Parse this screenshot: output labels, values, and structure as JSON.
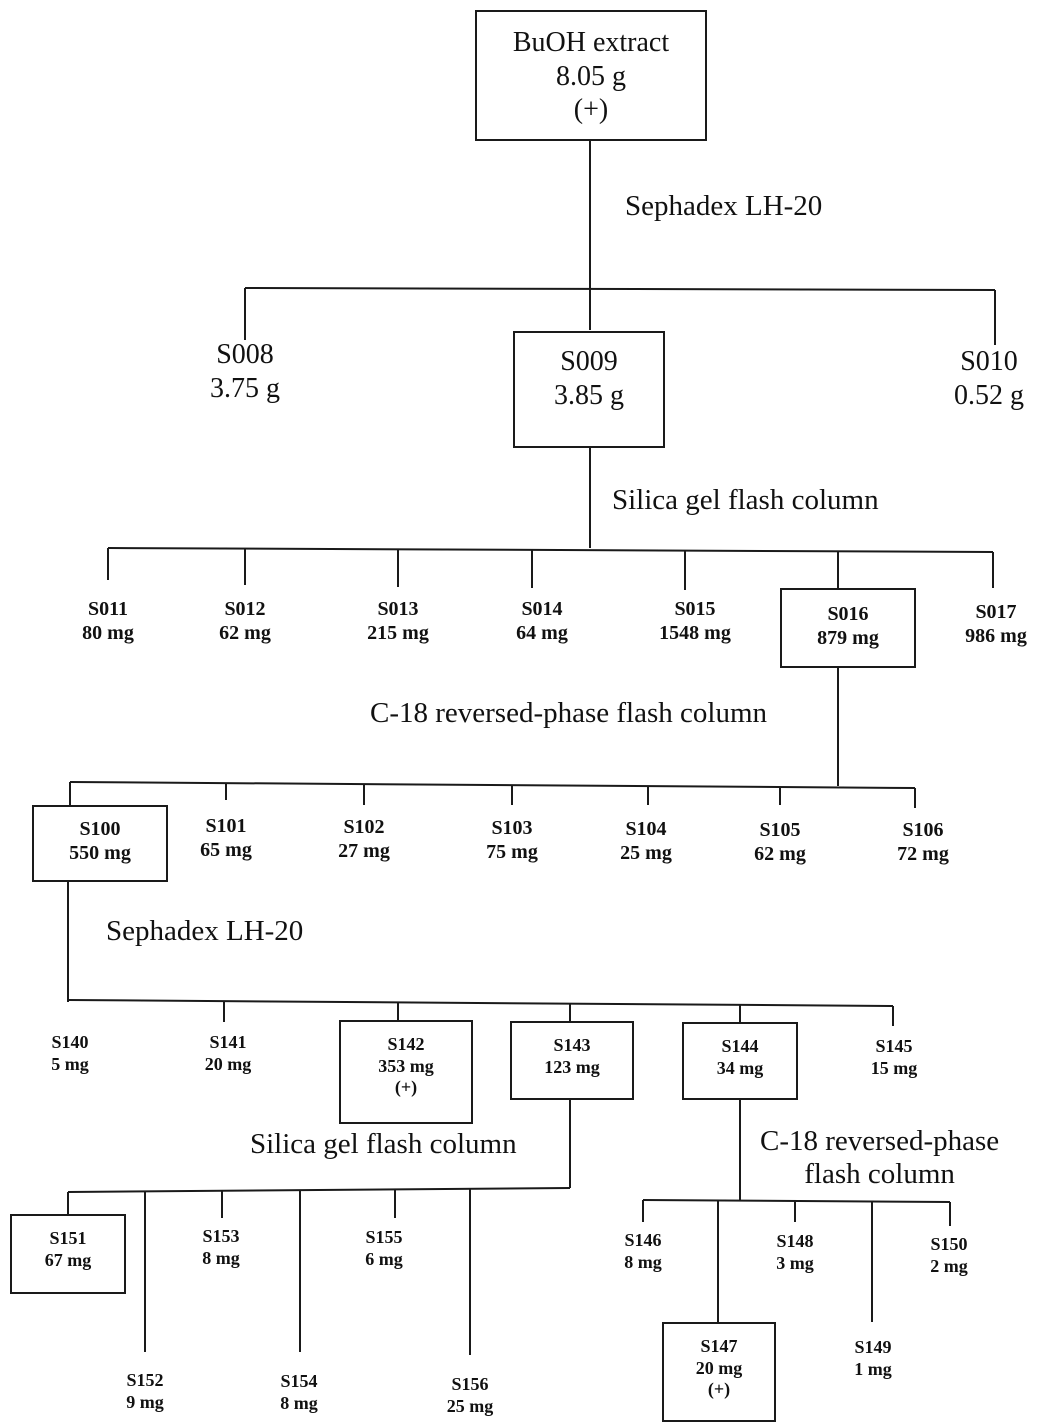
{
  "root": {
    "name": "BuOH extract",
    "mass": "8.05 g",
    "activity": "(+)"
  },
  "methods": {
    "m1": "Sephadex LH-20",
    "m2": "Silica gel  flash column",
    "m3": "C-18 reversed-phase flash column",
    "m4": "Sephadex LH-20",
    "m5": "Silica gel flash column",
    "m6_line1": "C-18 reversed-phase",
    "m6_line2": "flash column"
  },
  "level1": [
    {
      "name": "S008",
      "mass": "3.75 g"
    },
    {
      "name": "S009",
      "mass": "3.85 g"
    },
    {
      "name": "S010",
      "mass": "0.52 g"
    }
  ],
  "level2": [
    {
      "name": "S011",
      "mass": "80 mg"
    },
    {
      "name": "S012",
      "mass": "62 mg"
    },
    {
      "name": "S013",
      "mass": "215 mg"
    },
    {
      "name": "S014",
      "mass": "64 mg"
    },
    {
      "name": "S015",
      "mass": "1548 mg"
    },
    {
      "name": "S016",
      "mass": "879 mg"
    },
    {
      "name": "S017",
      "mass": "986 mg"
    }
  ],
  "level3": [
    {
      "name": "S100",
      "mass": "550 mg"
    },
    {
      "name": "S101",
      "mass": "65 mg"
    },
    {
      "name": "S102",
      "mass": "27 mg"
    },
    {
      "name": "S103",
      "mass": "75 mg"
    },
    {
      "name": "S104",
      "mass": "25 mg"
    },
    {
      "name": "S105",
      "mass": "62 mg"
    },
    {
      "name": "S106",
      "mass": "72 mg"
    }
  ],
  "level4": [
    {
      "name": "S140",
      "mass": "5 mg"
    },
    {
      "name": "S141",
      "mass": "20 mg"
    },
    {
      "name": "S142",
      "mass": "353 mg",
      "activity": "(+)"
    },
    {
      "name": "S143",
      "mass": "123 mg"
    },
    {
      "name": "S144",
      "mass": "34 mg"
    },
    {
      "name": "S145",
      "mass": "15 mg"
    }
  ],
  "level5a": [
    {
      "name": "S151",
      "mass": "67 mg"
    },
    {
      "name": "S152",
      "mass": "9 mg"
    },
    {
      "name": "S153",
      "mass": "8 mg"
    },
    {
      "name": "S154",
      "mass": "8 mg"
    },
    {
      "name": "S155",
      "mass": "6 mg"
    },
    {
      "name": "S156",
      "mass": "25 mg"
    }
  ],
  "level5b": [
    {
      "name": "S146",
      "mass": "8 mg"
    },
    {
      "name": "S147",
      "mass": "20 mg",
      "activity": "(+)"
    },
    {
      "name": "S148",
      "mass": "3 mg"
    },
    {
      "name": "S149",
      "mass": "1 mg"
    },
    {
      "name": "S150",
      "mass": "2 mg"
    }
  ]
}
